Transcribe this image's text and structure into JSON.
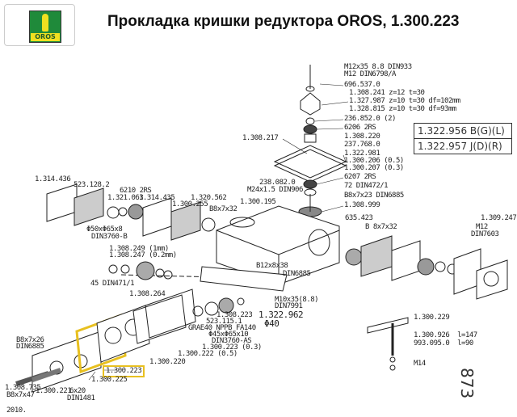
{
  "header": {
    "title": "Прокладка кришки редуктора OROS, 1.300.223",
    "logo_text": "OROS"
  },
  "part_box": [
    "1.322.956 B(G)(L)",
    "1.322.957 J(D)(R)"
  ],
  "highlighted_part": "1.300.223",
  "highlight_color": "#e8c020",
  "page_number": "873",
  "year": "2010.",
  "labels": [
    "M12x35 8.8 DIN933",
    "M12 DIN6798/A",
    "696.537.0",
    "1.308.241 z=12 t=30",
    "1.327.987 z=10 t=30 df=102mm",
    "1.328.815 z=10 t=30 df=93mm",
    "236.852.0 (2)",
    "6206 2RS",
    "1.308.220",
    "237.768.0",
    "1.322.981",
    "1.300.206 (0.5)",
    "1.300.207 (0.3)",
    "6207 2RS",
    "72 DIN472/1",
    "B8x7x23 DIN6885",
    "1.308.999",
    "1.308.217",
    "238.082.0",
    "M24x1.5 DIN906",
    "1.300.195",
    "1.314.436",
    "523.128.2",
    "6210 2RS",
    "1.321.063",
    "1.314.435",
    "1.300.255",
    "1.320.562",
    "B8x7x32",
    "Φ50xΦ65x8",
    "DIN3760-B",
    "1.308.249 (1mm)",
    "1.308.247 (0.2mm)",
    "45 DIN471/1",
    "1.308.264",
    "B12x8x38",
    "DIN6885",
    "635.423",
    "B 8x7x32",
    "1.309.247",
    "M12",
    "DIN7603",
    "M10x35(8.8)",
    "DIN7991",
    "1.308.223",
    "523.115.1",
    "GRAE40 NPPB FA140",
    "Φ45xΦ65x10",
    "DIN3760-AS",
    "1.300.223 (0.3)",
    "1.300.222 (0.5)",
    "1.300.220",
    "1.300.225",
    "B8x7x26",
    "DIN6885",
    "1.308.735",
    "B8x7x47",
    "1.300.221",
    "6x20",
    "DIN1481",
    "1.322.962",
    "Φ40",
    "1.300.229",
    "1.300.926  l=147",
    "993.095.0  l=90",
    "M14"
  ]
}
